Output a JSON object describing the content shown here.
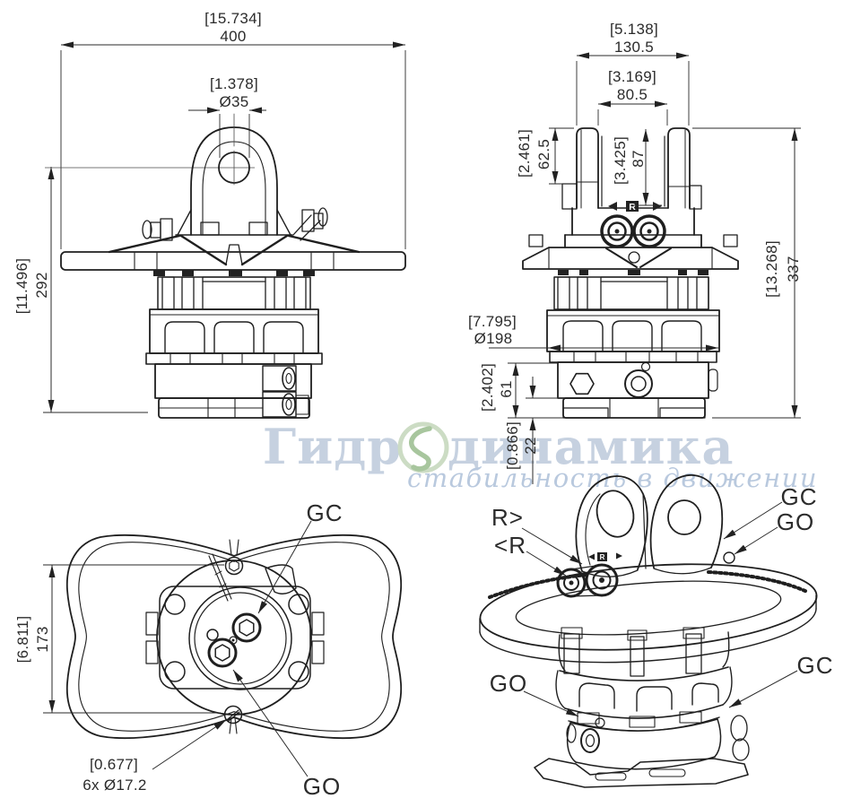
{
  "drawing_type": "hydraulic rotator multi-view technical drawing",
  "front_view": {
    "width": {
      "inch": "[15.734]",
      "mm": "400"
    },
    "pin_hole": {
      "inch": "[1.378]",
      "mm": "Ø35"
    },
    "height": {
      "inch": "[11.496]",
      "mm": "292"
    }
  },
  "side_view": {
    "clevis_width": {
      "inch": "[5.138]",
      "mm": "130.5"
    },
    "clevis_inner": {
      "inch": "[3.169]",
      "mm": "80.5"
    },
    "ear_height": {
      "inch": "[2.461]",
      "mm": "62.5"
    },
    "slot_depth": {
      "inch": "[3.425]",
      "mm": "87"
    },
    "overall_height": {
      "inch": "[13.268]",
      "mm": "337"
    },
    "body_diameter": {
      "inch": "[7.795]",
      "mm": "Ø198"
    },
    "valve_height": {
      "inch": "[2.402]",
      "mm": "61"
    },
    "base_height": {
      "inch": "[0.866]",
      "mm": "22"
    },
    "port_mark": "R"
  },
  "bottom_view": {
    "bolt_span": {
      "inch": "[6.811]",
      "mm": "173"
    },
    "bolt_holes": {
      "inch": "[0.677]",
      "mm": "6x Ø17.2"
    },
    "port_gc": "GC",
    "port_go": "GO"
  },
  "iso_view": {
    "rotate_right": "R>",
    "rotate_left": "<R",
    "gc_top": "GC",
    "go_top": "GO",
    "gc_bottom": "GC",
    "go_bottom": "GO",
    "port_mark": "R"
  },
  "watermark": {
    "brand_prefix": "Гидр",
    "brand_suffix": "динамика",
    "tagline": "стабильность в движении",
    "brand_color": "#c6d1e0",
    "logo_green": "#a8c69e"
  }
}
